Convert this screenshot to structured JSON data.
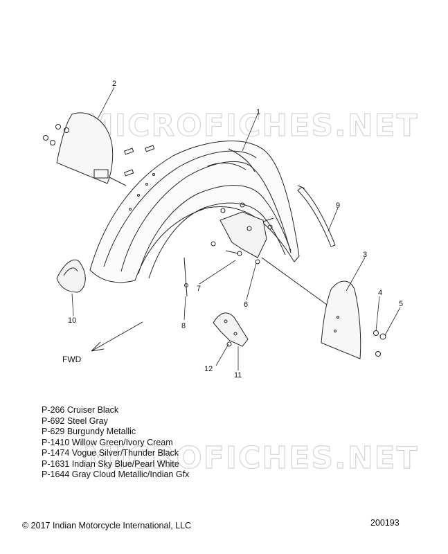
{
  "watermark": "MICROFICHES.NET",
  "callouts": [
    "1",
    "2",
    "3",
    "4",
    "5",
    "6",
    "7",
    "8",
    "9",
    "10",
    "11",
    "12"
  ],
  "direction_label": "FWD",
  "legend": [
    "P-266  Cruiser Black",
    "P-692 Steel Gray",
    "P-629  Burgundy Metallic",
    "P-1410 Willow Green/Ivory Cream",
    "P-1474 Vogue Silver/Thunder Black",
    "P-1631 Indian Sky Blue/Pearl White",
    "P-1644 Gray Cloud Metallic/Indian Gfx"
  ],
  "copyright": "© 2017 Indian Motorcycle International, LLC",
  "figure_number": "200193"
}
